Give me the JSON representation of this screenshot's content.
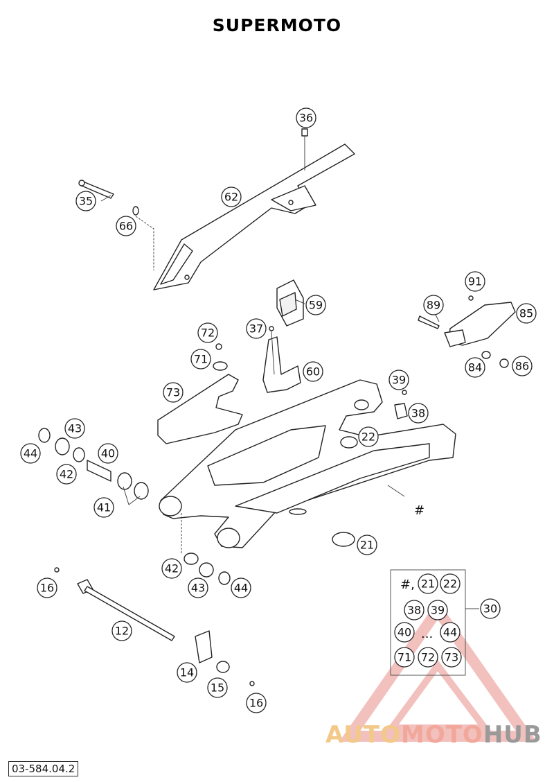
{
  "title": "SUPERMOTO",
  "drawing_code": "03-584.04.2",
  "watermark": {
    "part1": "AUTO",
    "part2": "MOTO",
    "part3": "HUB"
  },
  "callouts": [
    "36",
    "35",
    "62",
    "66",
    "59",
    "89",
    "91",
    "85",
    "72",
    "37",
    "71",
    "60",
    "84",
    "86",
    "73",
    "39",
    "38",
    "43",
    "22",
    "44",
    "40",
    "42",
    "41",
    "#",
    "21",
    "42",
    "16",
    "43",
    "44",
    "12",
    "14",
    "15",
    "16",
    "30"
  ],
  "kit_box": {
    "row1_prefix": "#,",
    "row1": [
      "21",
      "22"
    ],
    "row2": [
      "38",
      "39"
    ],
    "row3_left": "40",
    "row3_sep": "...",
    "row3_right": "44",
    "row4": [
      "71",
      "72",
      "73"
    ]
  },
  "colors": {
    "line": "#222222",
    "watermark_triangle": "#e8908a"
  }
}
